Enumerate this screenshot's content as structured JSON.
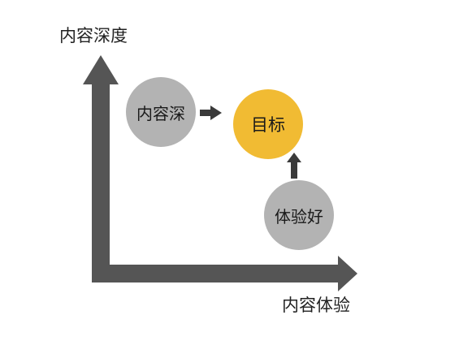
{
  "axes": {
    "y_label": "内容深度",
    "x_label": "内容体验"
  },
  "nodes": {
    "content_deep": "内容深",
    "target": "目标",
    "experience_good": "体验好"
  },
  "colors": {
    "axis": "#555555",
    "node_gray": "#b3b3b3",
    "node_target": "#f1bb33",
    "connector": "#3a3a3a"
  }
}
